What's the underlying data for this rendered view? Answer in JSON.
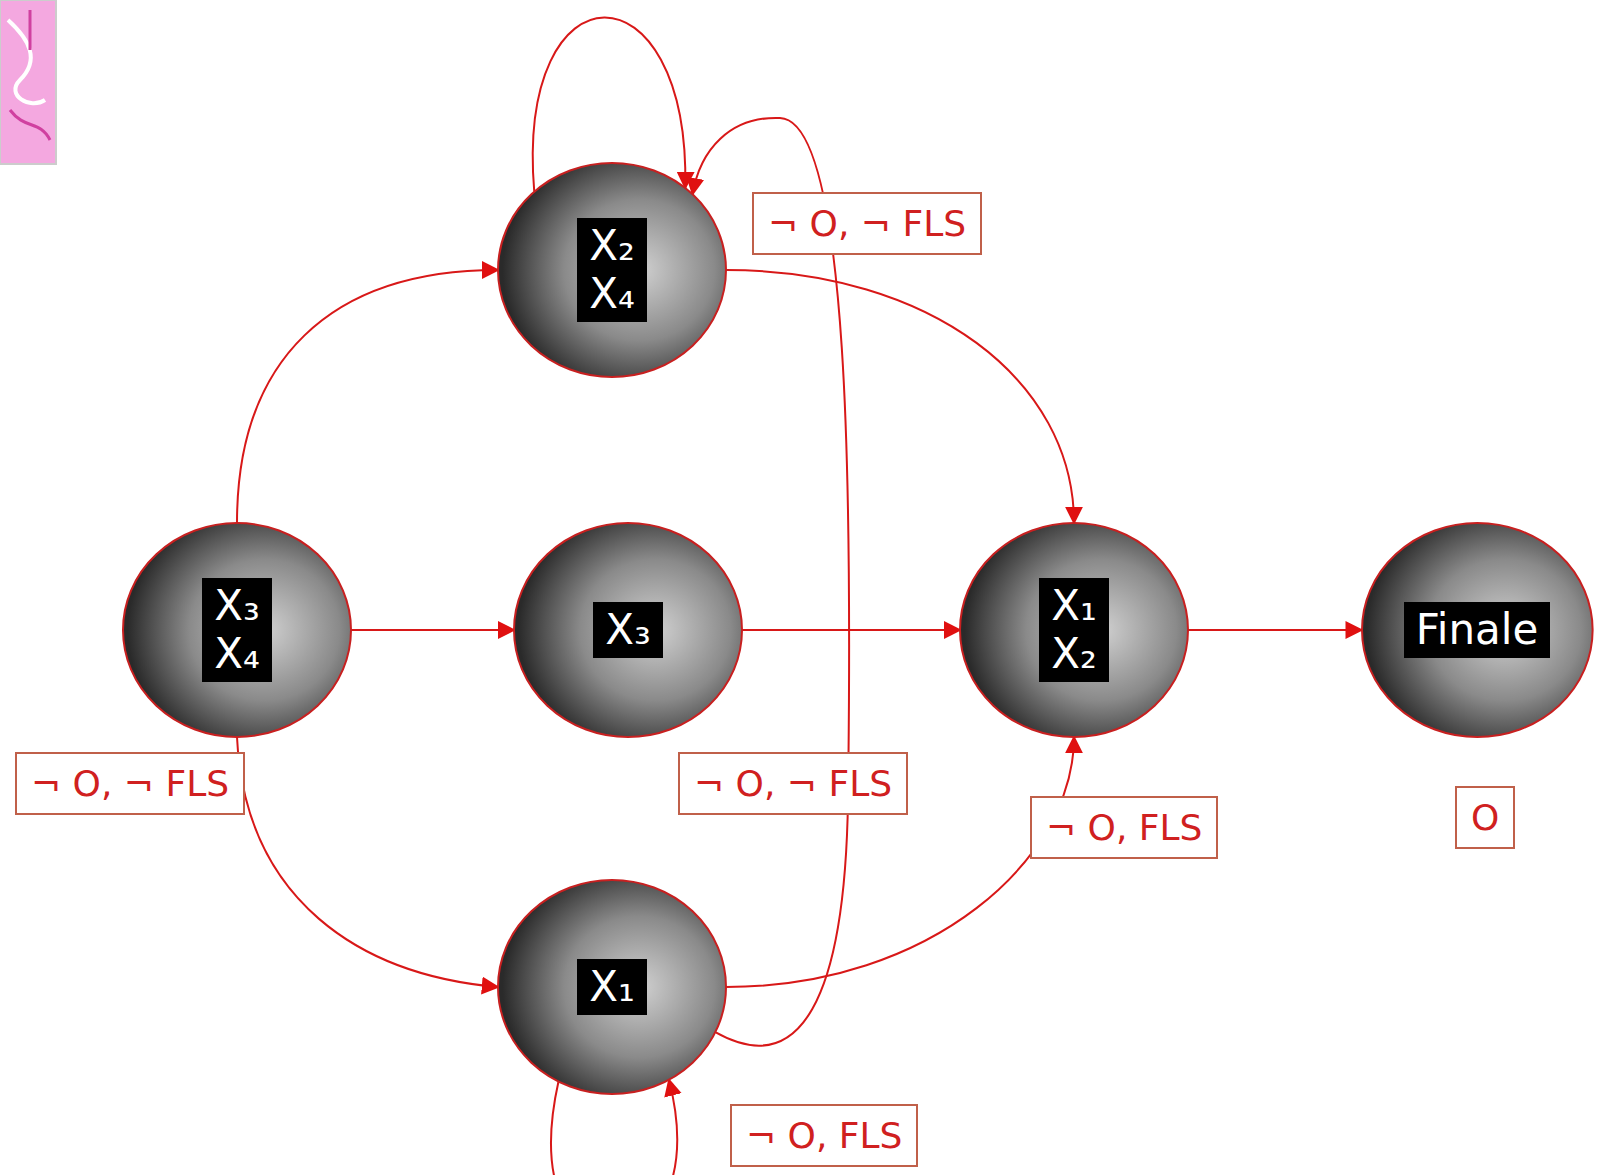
{
  "diagram": {
    "nodes": [
      {
        "text": [
          "X₂ X₄"
        ]
      },
      {
        "text": [
          "X₃ X₄"
        ]
      },
      {
        "text": [
          "X₃"
        ]
      },
      {
        "text": [
          "X₁ X₂"
        ]
      },
      {
        "text": [
          "Finale"
        ]
      },
      {
        "text": [
          "X₁"
        ]
      }
    ],
    "edges": [
      {
        "from": 1,
        "to": 0,
        "arrow": "to"
      },
      {
        "from": 1,
        "to": 2,
        "arrow": "to"
      },
      {
        "from": 1,
        "to": 5,
        "arrow": "to"
      },
      {
        "from": 0,
        "to": 0,
        "arrow": "to"
      },
      {
        "from": 0,
        "to": 3,
        "arrow": "to"
      },
      {
        "from": 2,
        "to": 3,
        "arrow": "to"
      },
      {
        "from": 5,
        "to": 3,
        "arrow": "to"
      },
      {
        "from": 5,
        "to": 5,
        "arrow": "to"
      },
      {
        "from": 5,
        "to": 0,
        "arrow": "to"
      },
      {
        "from": 3,
        "to": 4,
        "arrow": "to"
      }
    ],
    "labels": [
      "¬ O, ¬ FLS",
      "¬ O, ¬ FLS",
      "¬ O, ¬ FLS",
      "O",
      "¬ O, FLS",
      "¬ O, FLS"
    ]
  }
}
